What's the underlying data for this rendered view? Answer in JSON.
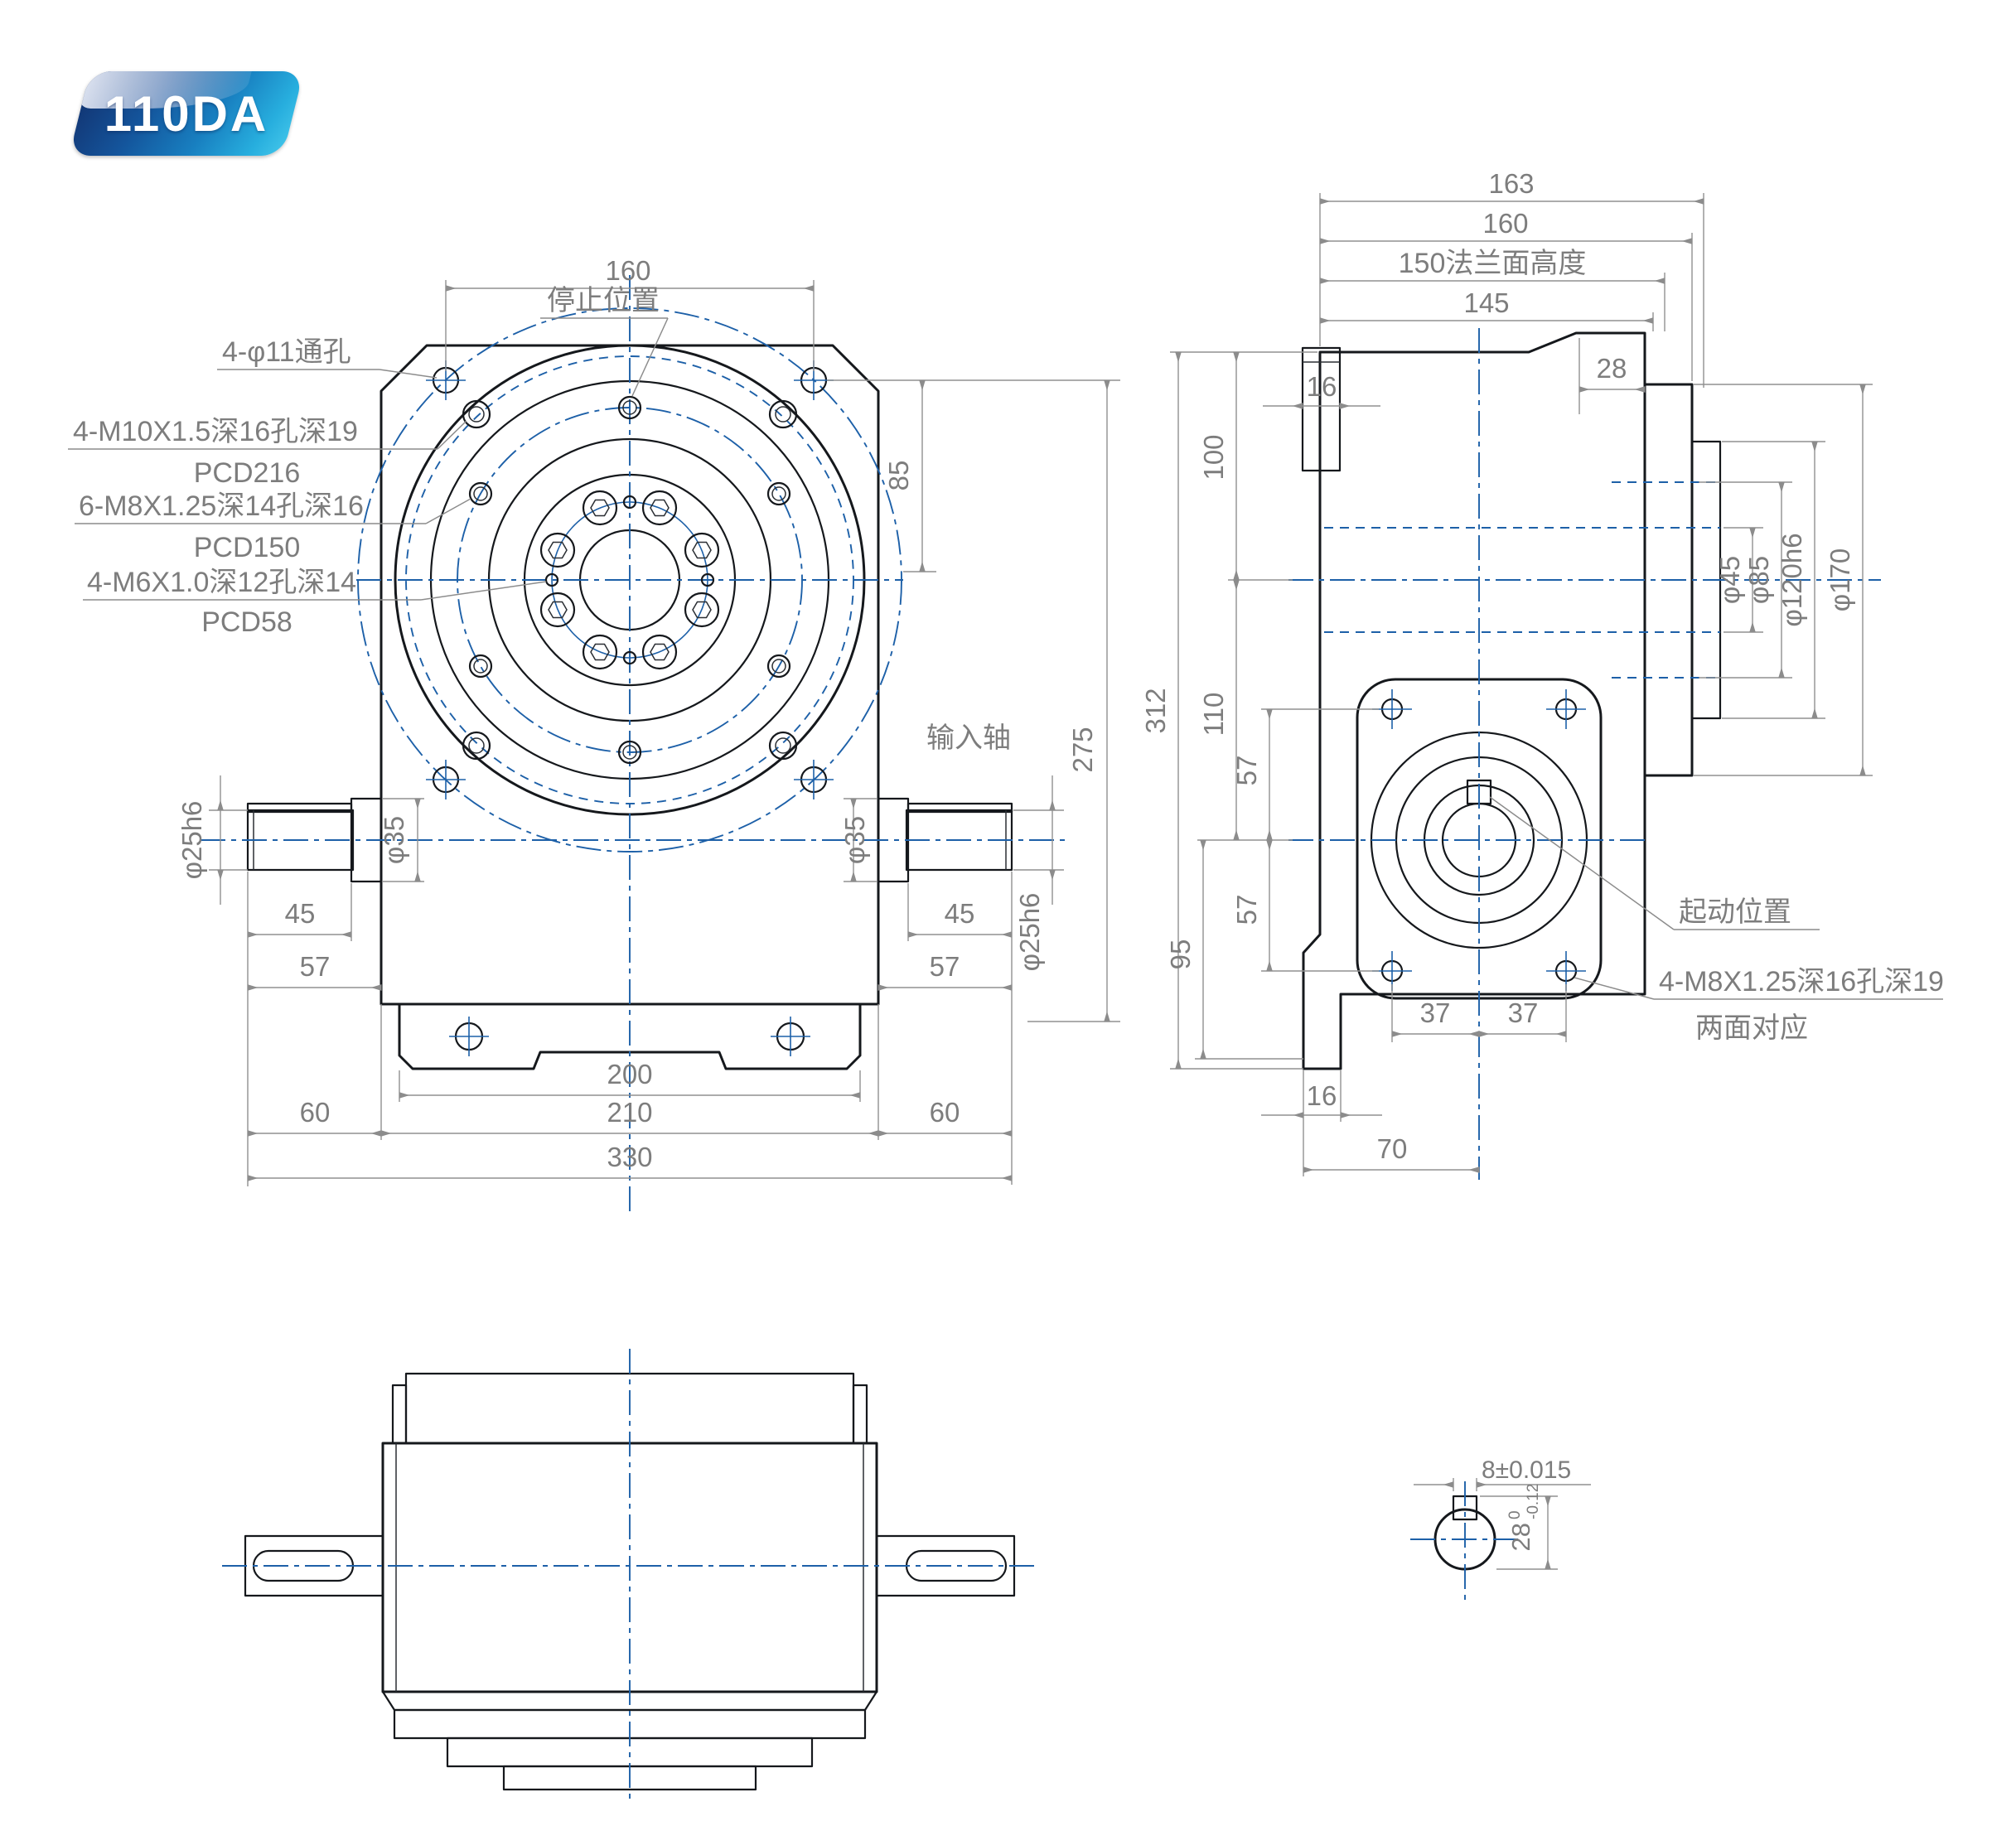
{
  "badge": {
    "label": "110DA"
  },
  "front": {
    "stop": "停止位置",
    "d160": "160",
    "phi11": "4-φ11通孔",
    "m10": "4-M10X1.5深16孔深19",
    "pcd216": "PCD216",
    "m8": "6-M8X1.25深14孔深16",
    "pcd150": "PCD150",
    "m6": "4-M6X1.0深12孔深14",
    "pcd58": "PCD58",
    "d85": "85",
    "d275": "275",
    "input_shaft": "输入轴",
    "phi25l": "φ25h6",
    "phi35l": "φ35",
    "d45l": "45",
    "d57l": "57",
    "phi35r": "φ35",
    "d45r": "45",
    "d57r": "57",
    "phi25r": "φ25h6",
    "d200": "200",
    "d210": "210",
    "d60l": "60",
    "d60r": "60",
    "d330": "330"
  },
  "side": {
    "d163": "163",
    "d160": "160",
    "d150_flange": "150法兰面高度",
    "d145": "145",
    "d16_tab": "16",
    "d100": "100",
    "d110": "110",
    "d312": "312",
    "d28": "28",
    "phi45": "φ45",
    "phi85": "φ85",
    "phi120": "φ120h6",
    "phi170": "φ170",
    "d57_upper": "57",
    "d57_lower": "57",
    "d95": "95",
    "start_position": "起动位置",
    "m8_note": "4-M8X1.25深16孔深19",
    "m8_note2": "两面对应",
    "d37l": "37",
    "d37r": "37",
    "d16_foot": "16",
    "d70": "70"
  },
  "detail": {
    "key_dim": "8±0.015",
    "shaft_dia": "28",
    "tol_upper": "0",
    "tol_lower": "-0.12"
  },
  "colors": {
    "outline": "#15181c",
    "centerline": "#1d60a8",
    "dimension": "#8c8c8c",
    "badge_dark": "#12316e",
    "badge_light": "#43c6ea"
  }
}
